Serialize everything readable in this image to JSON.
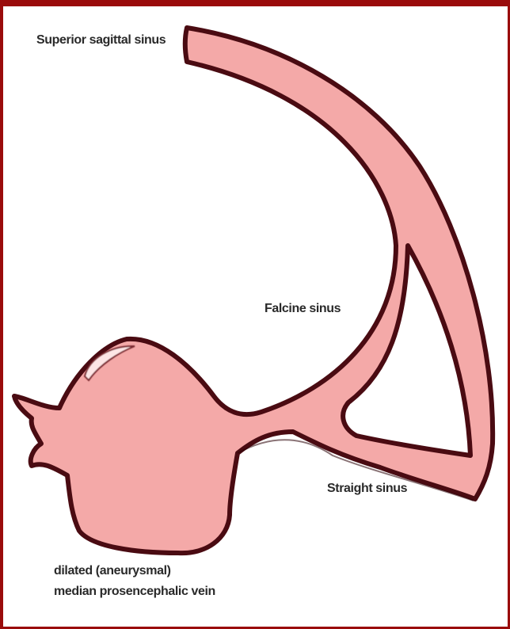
{
  "diagram": {
    "labels": {
      "superior_sagittal_sinus": "Superior sagittal sinus",
      "falcine_sinus": "Falcine sinus",
      "straight_sinus": "Straight sinus",
      "vein_line1": "dilated (aneurysmal)",
      "vein_line2": "median prosencephalic vein"
    },
    "colors": {
      "frame": "#9a0b0b",
      "vessel_fill": "#f4a9a8",
      "vessel_outline": "#4a0b12",
      "highlight": "#fde3e3"
    }
  }
}
